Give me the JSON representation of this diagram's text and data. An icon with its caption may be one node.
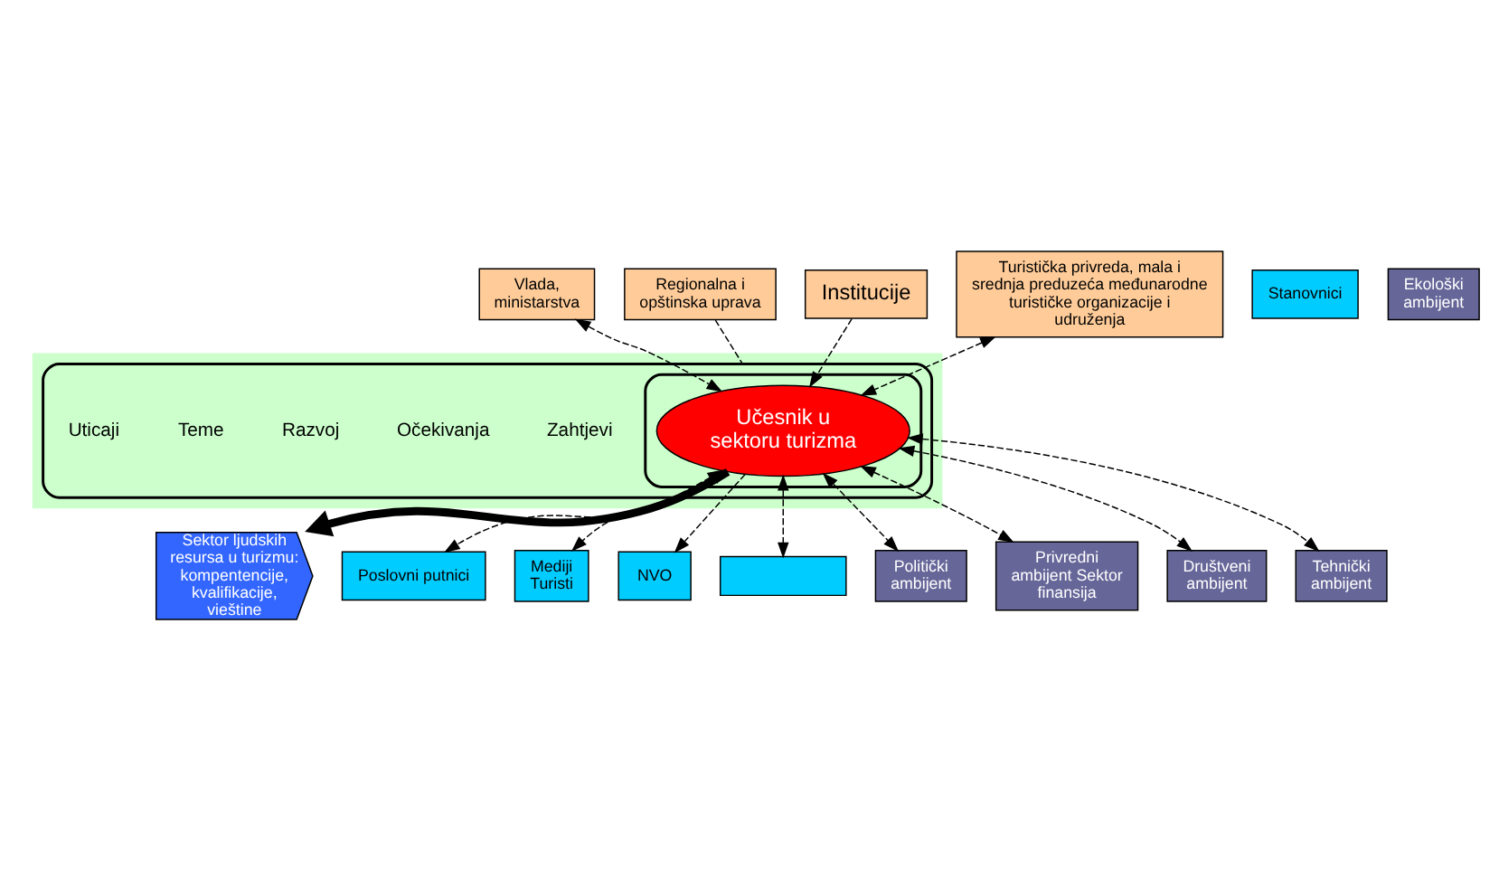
{
  "diagram": {
    "nodes": [
      {
        "text": [
          "Vlada, ministarstva"
        ]
      },
      {
        "text": [
          "Regionalna i opštinska uprava"
        ]
      },
      {
        "text": [
          "Institucije"
        ]
      },
      {
        "text": [
          "Turistička privreda, mala i srednja preduzeća međunarodne turističke organizacije i udruženja"
        ]
      },
      {
        "text": [
          "Sektor ljudskih resursa u turizmu: kompentencije, kvalifikacije, vieštine"
        ]
      },
      {
        "text": [],
        "shape": "box"
      },
      {
        "text": [],
        "shape": "ellipse",
        "in": 5
      },
      {
        "text": [],
        "shape": "ellipse",
        "in": 6
      },
      {
        "text": [
          "Učesnik u sektoru turizma"
        ],
        "in": 7
      },
      {
        "text": [
          "Stanovnici"
        ]
      },
      {
        "text": [
          "Poslovni putnici"
        ]
      },
      {
        "text": [
          "Mediji",
          "Turisti"
        ]
      },
      {
        "text": [
          "NVO"
        ]
      },
      {
        "text": [],
        "shape": "box"
      },
      {
        "text": [
          "Politički ambijent"
        ]
      },
      {
        "text": [
          "Privredni ambijent Sektor finansija"
        ]
      },
      {
        "text": [
          "Društveni ambijent"
        ]
      },
      {
        "text": [
          "Tehnički ambijent"
        ]
      },
      {
        "text": [
          "Ekološki ambijent"
        ]
      }
    ],
    "edges": [
      {
        "from": 0,
        "to": 8,
        "arrow": "both",
        "style": "dashed"
      },
      {
        "from": 1,
        "to": 6,
        "arrow": "none",
        "style": "dashed"
      },
      {
        "from": 2,
        "to": 8,
        "arrow": "to",
        "style": "dashed"
      },
      {
        "from": 3,
        "to": 8,
        "arrow": "both",
        "style": "dashed"
      },
      {
        "from": 8,
        "to": 4,
        "arrow": "to",
        "style": "thick",
        "color": "#000000"
      },
      {
        "from": 8,
        "to": 10,
        "arrow": "both",
        "style": "dashed"
      },
      {
        "from": 8,
        "to": 11,
        "arrow": "both",
        "style": "dashed"
      },
      {
        "from": 8,
        "to": 12,
        "arrow": "to",
        "style": "dashed"
      },
      {
        "from": 8,
        "to": 13,
        "arrow": "both",
        "style": "dashed"
      },
      {
        "from": 8,
        "to": 14,
        "arrow": "both",
        "style": "dashed"
      },
      {
        "from": 8,
        "to": 15,
        "arrow": "both",
        "style": "dashed"
      },
      {
        "from": 8,
        "to": 16,
        "arrow": "both",
        "style": "dashed"
      },
      {
        "from": 8,
        "to": 17,
        "arrow": "both",
        "style": "dashed"
      }
    ],
    "labels": [
      "Zahtjevi",
      "Očekivanja",
      "Razvoj",
      "Teme",
      "Uticaji"
    ]
  }
}
